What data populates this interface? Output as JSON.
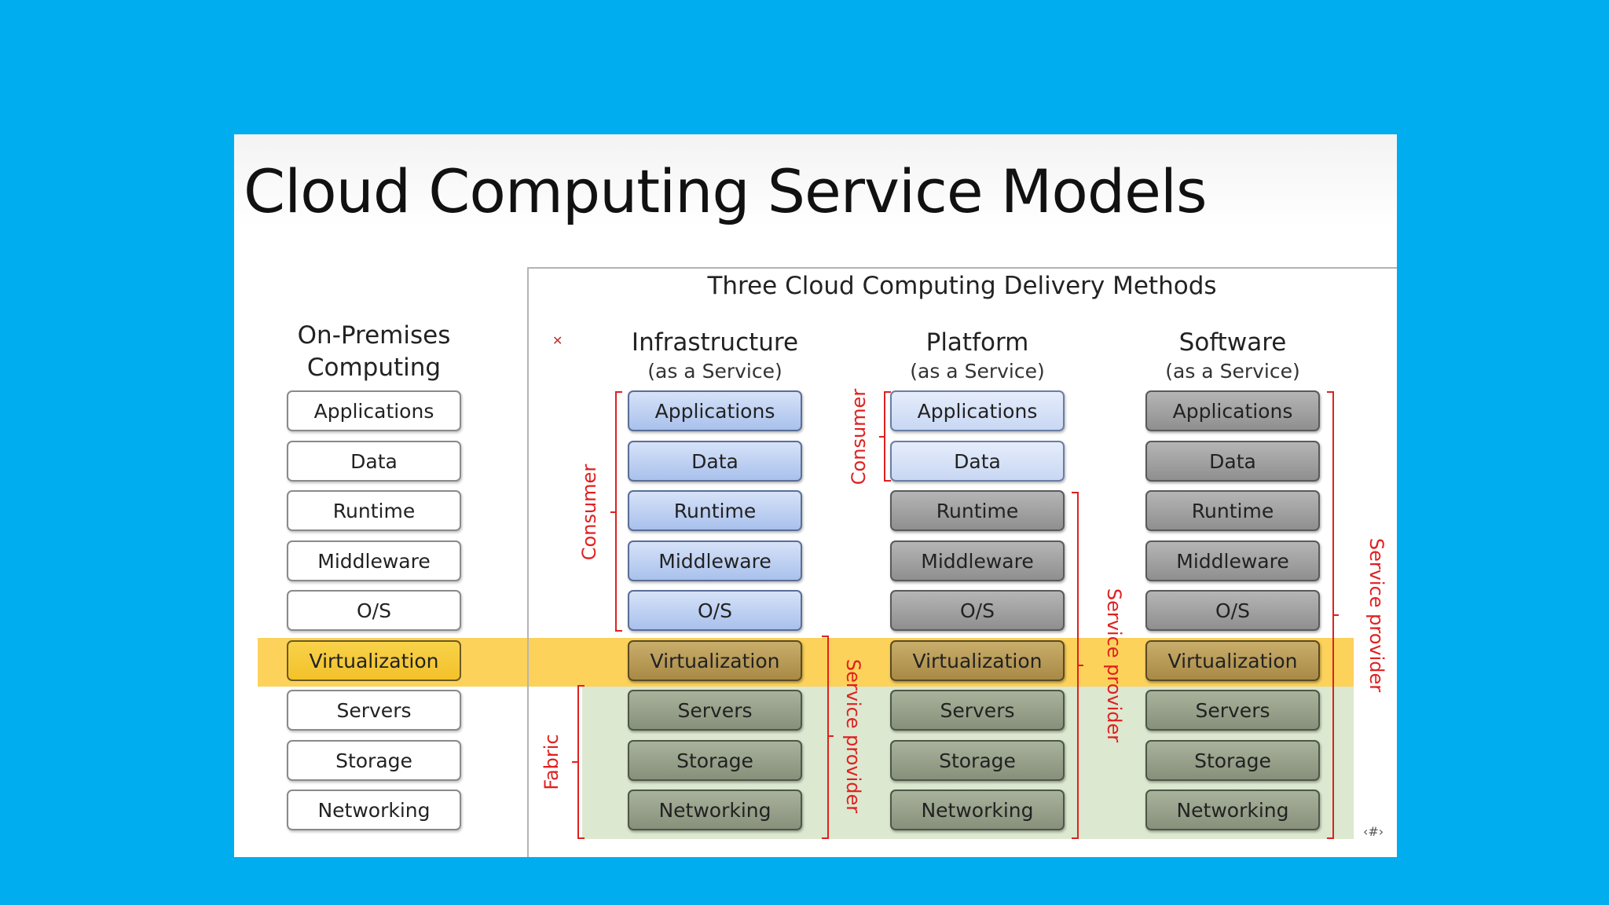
{
  "slide": {
    "title": "Cloud Computing Service Models",
    "delivery_title": "Three Cloud Computing Delivery Methods",
    "on_premises": {
      "heading_line1": "On-Premises",
      "heading_line2": "Computing"
    },
    "columns": [
      {
        "name": "Infrastructure",
        "sub": "(as a Service)"
      },
      {
        "name": "Platform",
        "sub": "(as a Service)"
      },
      {
        "name": "Software",
        "sub": "(as a Service)"
      }
    ],
    "layers": [
      "Applications",
      "Data",
      "Runtime",
      "Middleware",
      "O/S",
      "Virtualization",
      "Servers",
      "Storage",
      "Networking"
    ],
    "labels": {
      "iaas_consumer": "Consumer",
      "iaas_fabric": "Fabric",
      "iaas_service_provider": "Service provider",
      "paas_consumer": "Consumer",
      "paas_service_provider": "Service provider",
      "saas_service_provider": "Service provider"
    },
    "colors": {
      "background": "#00AEEF",
      "consumer_blue": "#A9C1EC",
      "provider_gray": "#8F8F8F",
      "virtualization_highlight": "#FCCA3E",
      "fabric_highlight": "#DCE8D0",
      "annotation_red": "#E02020"
    },
    "icons": {
      "corner_mark": "star-mark-icon",
      "slide_nav": "slide-nav-icon"
    }
  }
}
